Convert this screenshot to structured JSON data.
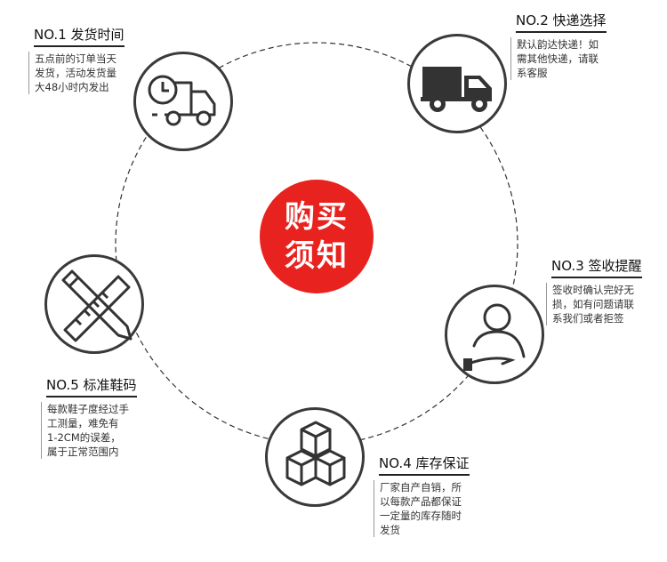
{
  "center": {
    "line1": "购买",
    "line2": "须知"
  },
  "items": [
    {
      "title": "NO.1 发货时间",
      "desc": [
        "五点前的订单当天",
        "发货，活动发货量",
        "大48小时内发出"
      ],
      "icon": "delivery-truck-clock-icon"
    },
    {
      "title": "NO.2 快递选择",
      "desc": [
        "默认韵达快递！如",
        "需其他快递，请联",
        "系客服"
      ],
      "icon": "truck-icon"
    },
    {
      "title": "NO.3 签收提醒",
      "desc": [
        "签收时确认完好无",
        "损，如有问题请联",
        "系我们或者拒签"
      ],
      "icon": "person-hand-icon"
    },
    {
      "title": "NO.4 库存保证",
      "desc": [
        "厂家自产自销，所",
        "以每款产品都保证",
        "一定量的库存随时",
        "发货"
      ],
      "icon": "boxes-icon"
    },
    {
      "title": "NO.5 标准鞋码",
      "desc": [
        "每款鞋子度经过手",
        "工测量，难免有",
        "1-2CM的误差，",
        "属于正常范围内"
      ],
      "icon": "pencil-ruler-icon"
    }
  ],
  "colors": {
    "accent": "#e8231f",
    "icon": "#333333"
  }
}
